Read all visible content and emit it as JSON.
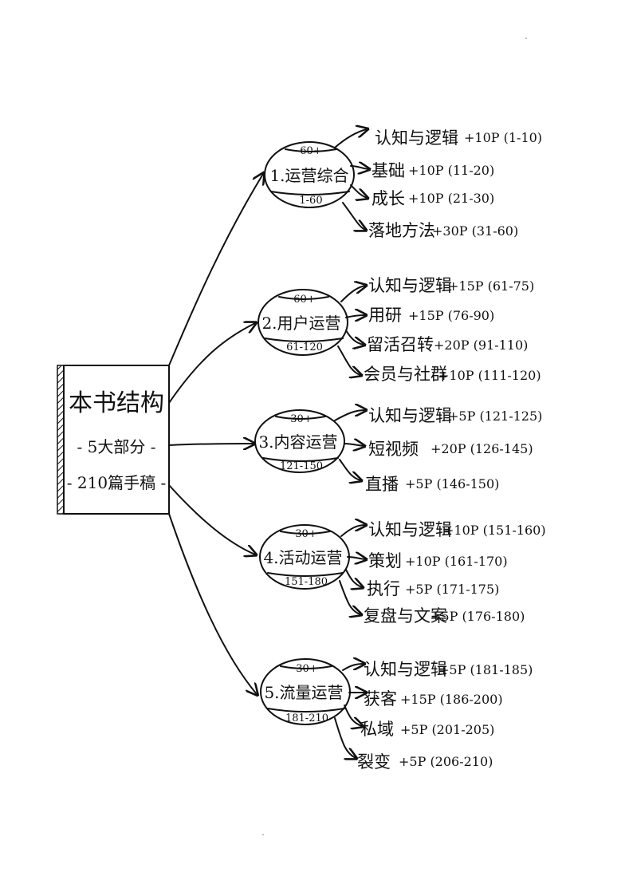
{
  "root": {
    "title": "本书结构",
    "subtitle": "- 5大部分 -",
    "footer": "- 210篇手稿 -"
  },
  "sections": [
    {
      "top": "60+",
      "label": "1.运营综合",
      "range": "1-60",
      "items": [
        {
          "name": "认知与逻辑",
          "pages": "+10P (1-10)"
        },
        {
          "name": "基础",
          "pages": "+10P (11-20)"
        },
        {
          "name": "成长",
          "pages": "+10P (21-30)"
        },
        {
          "name": "落地方法",
          "pages": "+30P (31-60)"
        }
      ]
    },
    {
      "top": "60+",
      "label": "2.用户运营",
      "range": "61-120",
      "items": [
        {
          "name": "认知与逻辑",
          "pages": "+15P (61-75)"
        },
        {
          "name": "用研",
          "pages": "+15P (76-90)"
        },
        {
          "name": "留活召转",
          "pages": "+20P (91-110)"
        },
        {
          "name": "会员与社群",
          "pages": "+10P (111-120)"
        }
      ]
    },
    {
      "top": "30+",
      "label": "3.内容运营",
      "range": "121-150",
      "items": [
        {
          "name": "认知与逻辑",
          "pages": "+5P (121-125)"
        },
        {
          "name": "短视频",
          "pages": "+20P (126-145)"
        },
        {
          "name": "直播",
          "pages": "+5P (146-150)"
        }
      ]
    },
    {
      "top": "30+",
      "label": "4.活动运营",
      "range": "151-180",
      "items": [
        {
          "name": "认知与逻辑",
          "pages": "+10P (151-160)"
        },
        {
          "name": "策划",
          "pages": "+10P (161-170)"
        },
        {
          "name": "执行",
          "pages": "+5P (171-175)"
        },
        {
          "name": "复盘与文案",
          "pages": "+5P (176-180)"
        }
      ]
    },
    {
      "top": "30+",
      "label": "5.流量运营",
      "range": "181-210",
      "items": [
        {
          "name": "认知与逻辑",
          "pages": "+5P (181-185)"
        },
        {
          "name": "获客",
          "pages": "+15P (186-200)"
        },
        {
          "name": "私域",
          "pages": "+5P (201-205)"
        },
        {
          "name": "裂变",
          "pages": "+5P (206-210)"
        }
      ]
    }
  ]
}
